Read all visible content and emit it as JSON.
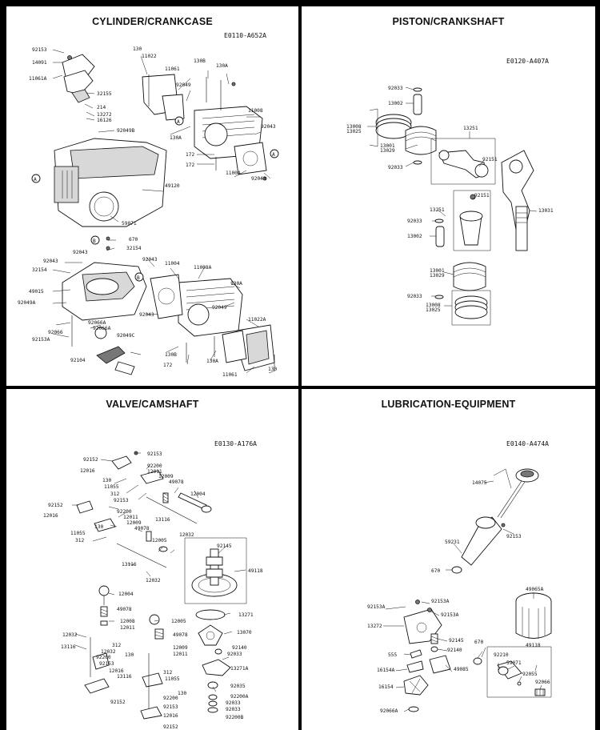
{
  "panels": {
    "cylinder": {
      "title": "CYLINDER/CRANKCASE",
      "code": "E0110-A652A",
      "labels": [
        "92153",
        "14091",
        "11061A",
        "32155",
        "214",
        "13272",
        "16126",
        "92049B",
        "130",
        "11022",
        "11061",
        "92049",
        "130B",
        "130A",
        "11008",
        "92043",
        "130A",
        "172",
        "172",
        "11004",
        "92043",
        "49120",
        "59071",
        "670",
        "32154",
        "92043",
        "92043",
        "32154",
        "49015",
        "92049A",
        "92066",
        "92066A",
        "92066A",
        "92153A",
        "92049C",
        "92104",
        "92043",
        "11004",
        "11008A",
        "130A",
        "92049",
        "92043",
        "130B",
        "172",
        "130A",
        "11061",
        "11022A",
        "130"
      ],
      "callouts": [
        "A",
        "A",
        "B",
        "B",
        "A"
      ]
    },
    "piston": {
      "title": "PISTON/CRANKSHAFT",
      "code": "E0120-A407A",
      "labels": [
        "92033",
        "13002",
        "13008",
        "13025",
        "13001",
        "13029",
        "92033",
        "13251",
        "92151",
        "13031",
        "92151",
        "13251",
        "92033",
        "13002",
        "13001",
        "13029",
        "92033",
        "13008",
        "13025"
      ]
    },
    "valve": {
      "title": "VALVE/CAMSHAFT",
      "code": "E0130-A176A",
      "labels": [
        "92152",
        "92153",
        "12016",
        "92200",
        "12011",
        "130",
        "12009",
        "11055",
        "49078",
        "312",
        "92153",
        "12004",
        "92152",
        "92200",
        "12016",
        "12011",
        "12009",
        "130",
        "49078",
        "11055",
        "13116",
        "312",
        "12032",
        "12005",
        "13116",
        "12032",
        "92145",
        "49118",
        "12004",
        "49078",
        "12008",
        "12011",
        "12005",
        "13271",
        "12032",
        "312",
        "12032",
        "49078",
        "13070",
        "13116",
        "130",
        "12009",
        "92140",
        "12011",
        "92200",
        "92033",
        "92153",
        "312",
        "13271A",
        "12016",
        "11055",
        "13116",
        "130",
        "92035",
        "92200A",
        "92152",
        "92200",
        "92033",
        "92153",
        "92033",
        "12016",
        "92200B",
        "92152"
      ]
    },
    "lubrication": {
      "title": "LUBRICATION-EQUIPMENT",
      "code": "E0140-A474A",
      "labels": [
        "14075",
        "59231",
        "92153",
        "670",
        "92153A",
        "92153A",
        "92153A",
        "13272",
        "92145",
        "92140",
        "555",
        "16154A",
        "49085",
        "16154",
        "92066A",
        "49065A",
        "670",
        "49118",
        "92210",
        "59071",
        "92055",
        "92066"
      ]
    }
  }
}
